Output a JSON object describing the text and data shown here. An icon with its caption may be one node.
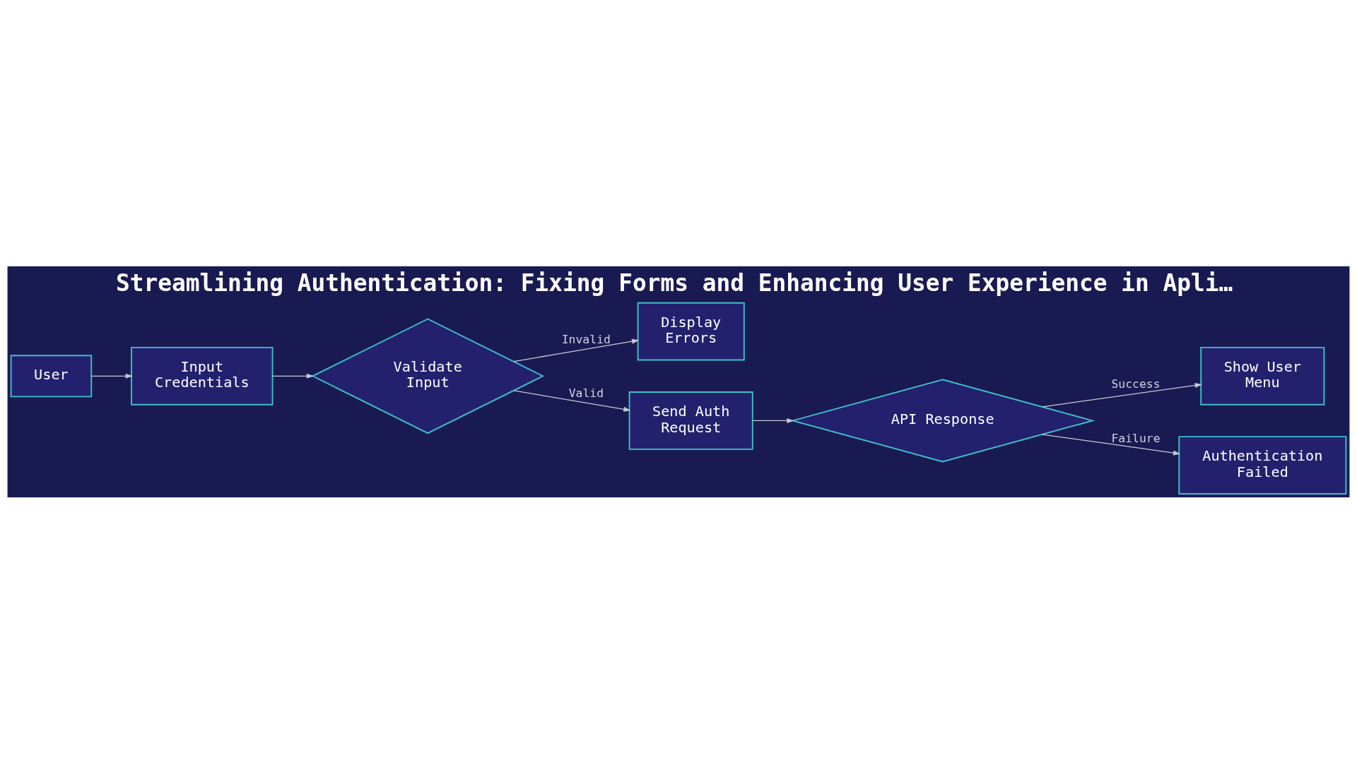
{
  "diagram": {
    "title": "Streamlining Authentication: Fixing Forms and Enhancing User Experience in Apli…",
    "nodes": [
      {
        "text": [
          "User"
        ]
      },
      {
        "text": [
          "Input Credentials"
        ]
      },
      {
        "text": [
          "Validate Input"
        ]
      },
      {
        "text": [
          "Display Errors"
        ]
      },
      {
        "text": [
          "Send Auth Request"
        ]
      },
      {
        "text": [
          "API Response"
        ]
      },
      {
        "text": [
          "Show User Menu"
        ]
      },
      {
        "text": [
          "Authentication Failed"
        ]
      }
    ],
    "edges": [
      {
        "from": 0,
        "to": 1,
        "arrow": "to"
      },
      {
        "from": 1,
        "to": 2,
        "arrow": "to"
      },
      {
        "from": 2,
        "to": 3,
        "label": "Invalid",
        "arrow": "to"
      },
      {
        "from": 2,
        "to": 4,
        "label": "Valid",
        "arrow": "to"
      },
      {
        "from": 4,
        "to": 5,
        "arrow": "to"
      },
      {
        "from": 5,
        "to": 6,
        "label": "Success",
        "arrow": "to"
      },
      {
        "from": 5,
        "to": 7,
        "label": "Failure",
        "arrow": "to"
      }
    ]
  }
}
